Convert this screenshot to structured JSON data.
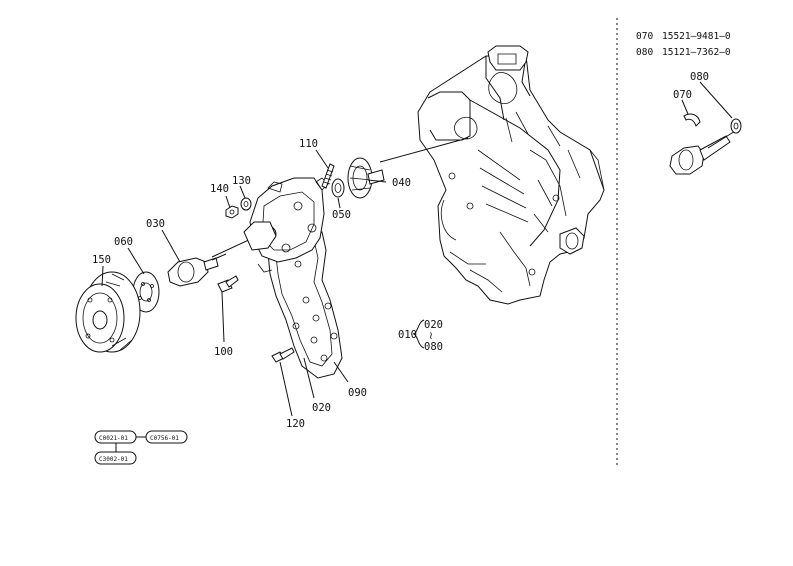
{
  "parts_list": [
    {
      "ref": "070",
      "part": "15521—9481—0"
    },
    {
      "ref": "080",
      "part": "15121—7362—0"
    }
  ],
  "callouts": {
    "c110": "110",
    "c130": "130",
    "c140": "140",
    "c040": "040",
    "c050": "050",
    "c030": "030",
    "c060": "060",
    "c150": "150",
    "c100": "100",
    "c010": "010",
    "c020a": "020",
    "c020tilde": "≀",
    "c080a": "080",
    "c020b": "020",
    "c090": "090",
    "c120": "120",
    "c080b": "080",
    "c070": "070"
  },
  "codes": {
    "code1": "C0021-01",
    "code2": "C0756-01",
    "code3": "C3002-01"
  },
  "colors": {
    "line": "#111111",
    "background": "#ffffff"
  }
}
